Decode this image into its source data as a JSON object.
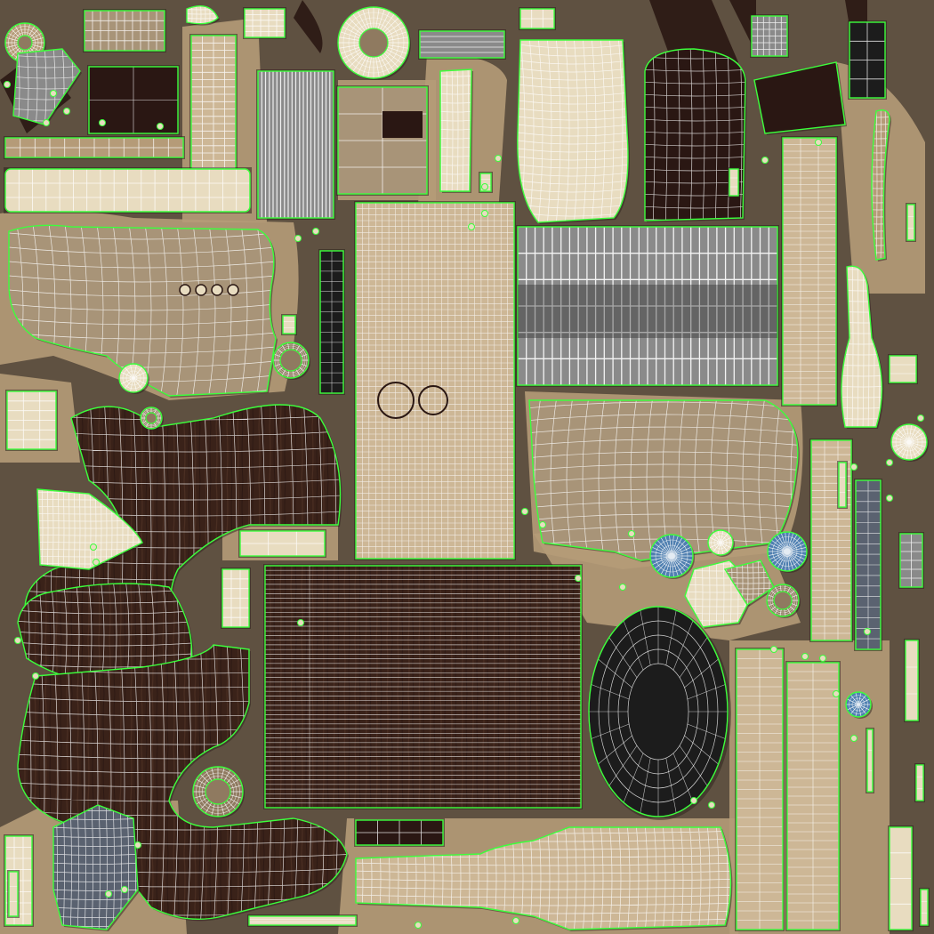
{
  "palette": {
    "background": "#5f5141",
    "sand": "#b59b78",
    "tan": "#8f7a60",
    "light_tan": "#cdb796",
    "stone": "#a89478",
    "dark_wood": "#3a2219",
    "darker_wood": "#2a1713",
    "charcoal": "#1c1c1c",
    "gray": "#8a8a8a",
    "steel": "#5a6270",
    "blue": "#4f7fb0",
    "cream": "#e8dcc0",
    "wire": "#ffffff",
    "seam": "#3cff3c",
    "shadow": "#2b241c"
  },
  "icons": {
    "texture": "uv-texture-atlas",
    "island": "uv-island-shell",
    "wire": "uv-wireframe-grid",
    "seam": "uv-seam-border",
    "socket": "round-socket"
  }
}
